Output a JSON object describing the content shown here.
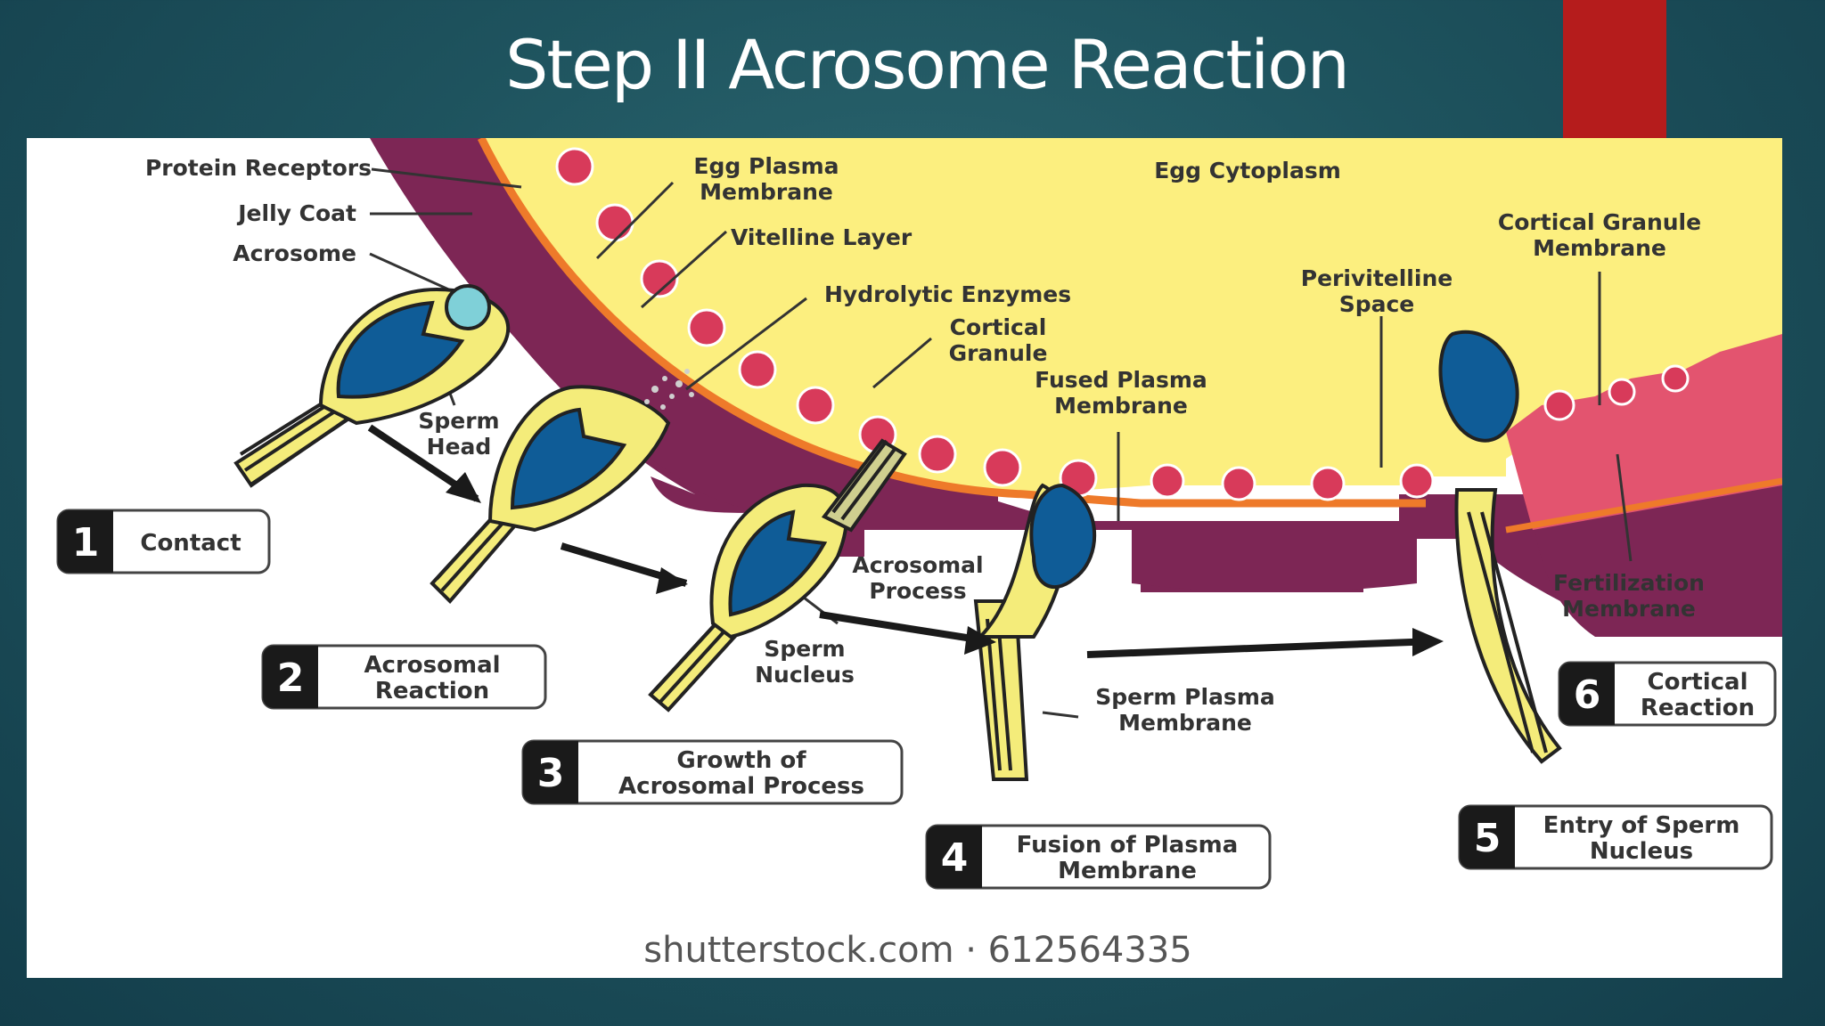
{
  "title": "Step II Acrosome Reaction",
  "colors": {
    "accent_bar": "#b51c1c",
    "cytoplasm": "#fcef7f",
    "jelly_coat": "#7d2655",
    "granule": "#d83a5a",
    "nucleus": "#0f5c97",
    "sperm_body": "#f4ec7a"
  },
  "labels": {
    "protein_receptors": "Protein Receptors",
    "jelly_coat": "Jelly Coat",
    "acrosome": "Acrosome",
    "sperm_head": [
      "Sperm",
      "Head"
    ],
    "egg_plasma_membrane": [
      "Egg Plasma",
      "Membrane"
    ],
    "vitelline_layer": "Vitelline Layer",
    "egg_cytoplasm": "Egg Cytoplasm",
    "hydrolytic_enzymes": "Hydrolytic Enzymes",
    "cortical_granule": [
      "Cortical",
      "Granule"
    ],
    "fused_plasma_membrane": [
      "Fused Plasma",
      "Membrane"
    ],
    "perivitelline_space": [
      "Perivitelline",
      "Space"
    ],
    "cortical_granule_membrane": [
      "Cortical Granule",
      "Membrane"
    ],
    "acrosomal_process": [
      "Acrosomal",
      "Process"
    ],
    "sperm_nucleus": [
      "Sperm",
      "Nucleus"
    ],
    "sperm_plasma_membrane": [
      "Sperm Plasma",
      "Membrane"
    ],
    "fertilization_membrane": [
      "Fertilization",
      "Membrane"
    ]
  },
  "steps": [
    {
      "num": "1",
      "lines": [
        "Contact"
      ]
    },
    {
      "num": "2",
      "lines": [
        "Acrosomal",
        "Reaction"
      ]
    },
    {
      "num": "3",
      "lines": [
        "Growth of",
        "Acrosomal Process"
      ]
    },
    {
      "num": "4",
      "lines": [
        "Fusion of Plasma",
        "Membrane"
      ]
    },
    {
      "num": "5",
      "lines": [
        "Entry of Sperm",
        "Nucleus"
      ]
    },
    {
      "num": "6",
      "lines": [
        "Cortical",
        "Reaction"
      ]
    }
  ],
  "watermark": "shutterstock.com · 612564335"
}
